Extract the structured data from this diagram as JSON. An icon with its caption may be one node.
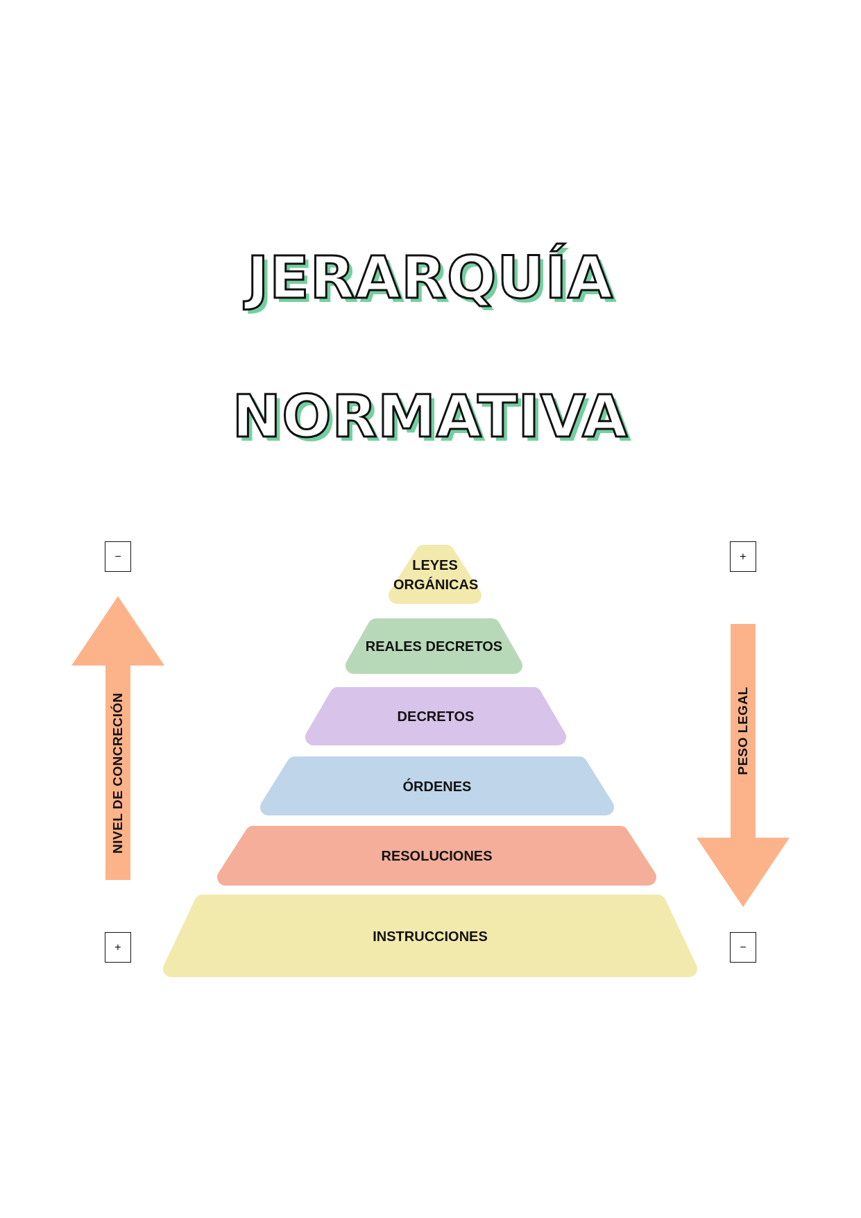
{
  "diagram": {
    "title": "JERARQUÍA NORMATIVA",
    "nodes": [
      {
        "text": [
          "−"
        ]
      },
      {
        "text": [
          "LEYES ORGÁNICAS"
        ]
      },
      {
        "text": [
          "+"
        ]
      },
      {
        "text": [
          "REALES DECRETOS"
        ]
      },
      {
        "text": [
          "NIVEL DE CONCRECIÓN"
        ]
      },
      {
        "text": [
          "DECRETOS"
        ]
      },
      {
        "text": [
          "PESO LEGAL"
        ]
      },
      {
        "text": [
          "ÓRDENES"
        ]
      },
      {
        "text": [
          "RESOLUCIONES"
        ]
      },
      {
        "text": [
          "+"
        ]
      },
      {
        "text": [
          "INSTRUCCIONES"
        ]
      },
      {
        "text": [
          "−"
        ]
      }
    ]
  }
}
